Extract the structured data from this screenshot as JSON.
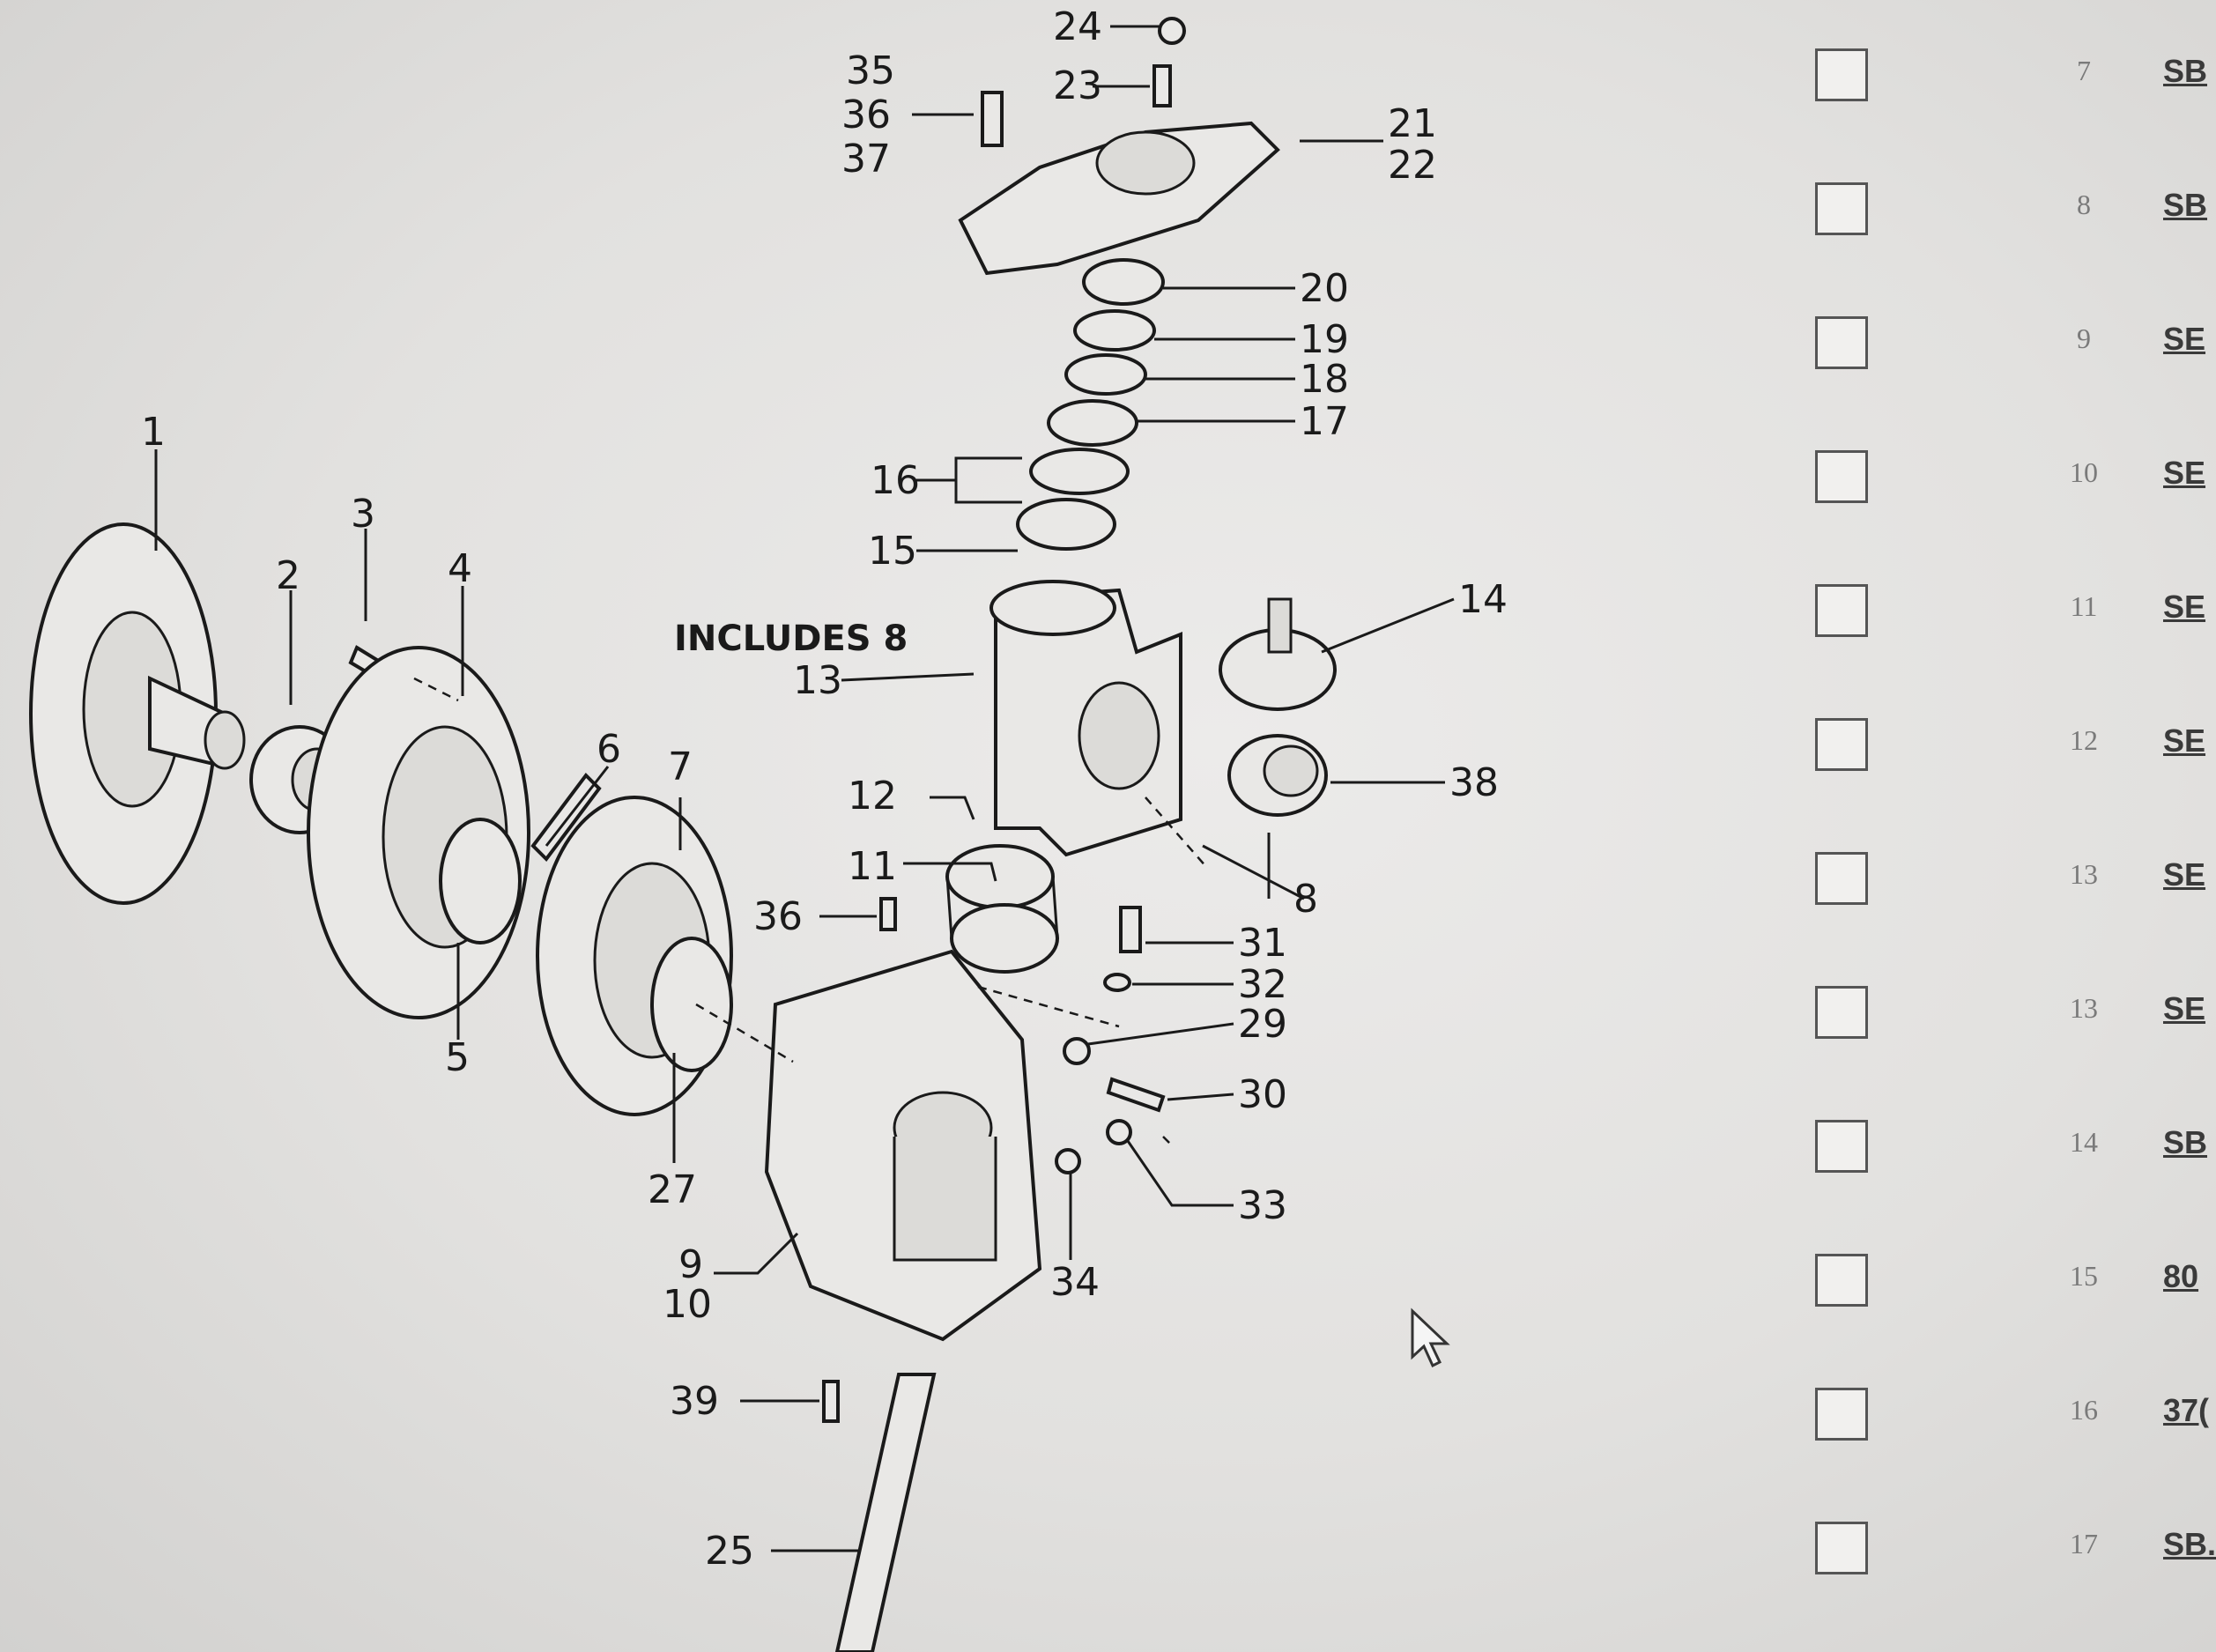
{
  "diagram": {
    "note": "INCLUDES 8",
    "callouts": {
      "c1": "1",
      "c2": "2",
      "c3": "3",
      "c4": "4",
      "c5": "5",
      "c6": "6",
      "c7": "7",
      "c8": "8",
      "c9": "9",
      "c10": "10",
      "c11": "11",
      "c12": "12",
      "c13": "13",
      "c14": "14",
      "c15": "15",
      "c16": "16",
      "c17": "17",
      "c18": "18",
      "c19": "19",
      "c20": "20",
      "c21": "21",
      "c22": "22",
      "c23": "23",
      "c24": "24",
      "c25": "25",
      "c27": "27",
      "c29": "29",
      "c30": "30",
      "c31": "31",
      "c32": "32",
      "c33": "33",
      "c34": "34",
      "c35": "35",
      "c36a": "36",
      "c36b": "36",
      "c37": "37",
      "c38": "38",
      "c39": "39"
    }
  },
  "parts_list": {
    "rows": [
      {
        "num": "7",
        "part": "SB"
      },
      {
        "num": "8",
        "part": "SB"
      },
      {
        "num": "9",
        "part": "SE"
      },
      {
        "num": "10",
        "part": "SE"
      },
      {
        "num": "11",
        "part": "SE"
      },
      {
        "num": "12",
        "part": "SE"
      },
      {
        "num": "13",
        "part": "SE"
      },
      {
        "num": "13",
        "part": "SE"
      },
      {
        "num": "14",
        "part": "SB"
      },
      {
        "num": "15",
        "part": "80"
      },
      {
        "num": "16",
        "part": "37("
      },
      {
        "num": "17",
        "part": "SB."
      }
    ]
  }
}
